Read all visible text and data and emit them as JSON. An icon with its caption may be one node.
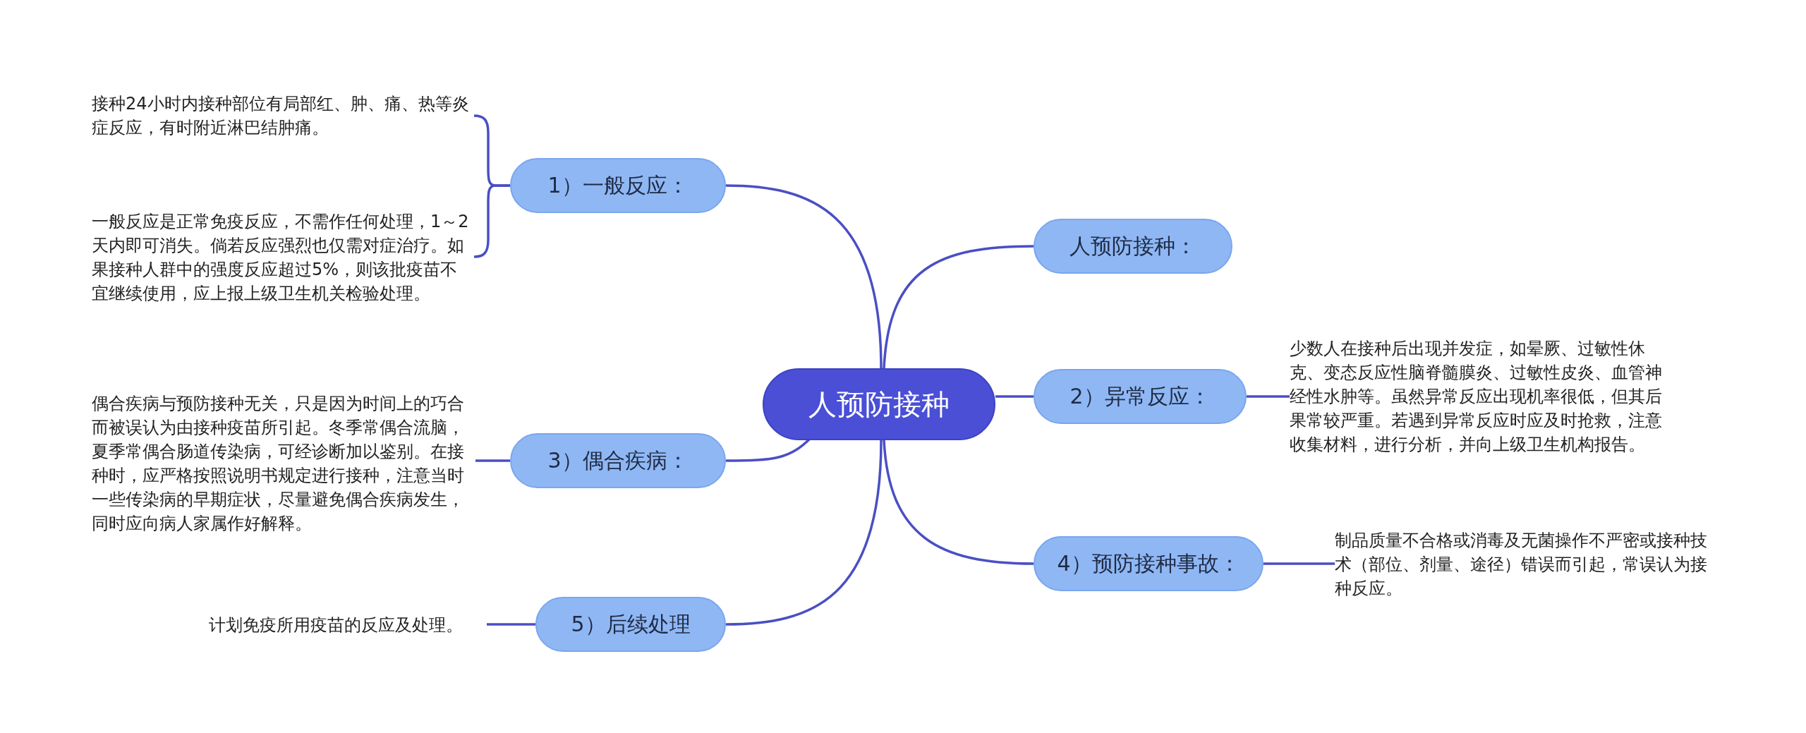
{
  "diagram": {
    "nodes": [
      {
        "text": [
          "人预防接种"
        ]
      },
      {
        "text": [
          "1）一般反应："
        ]
      },
      {
        "text": [
          "接种24小时内接种部位有局部红、肿、痛、热等炎症反应，有时附近淋巴结肿痛。"
        ]
      },
      {
        "text": [
          "一般反应是正常免疫反应，不需作任何处理，1～2天内即可消失。倘若反应强烈也仅需对症治疗。如果接种人群中的强度反应超过5%，则该批疫苗不宜继续使用，应上报上级卫生机关检验处理。"
        ]
      },
      {
        "text": [
          "人预防接种："
        ]
      },
      {
        "text": [
          "2）异常反应："
        ]
      },
      {
        "text": [
          "少数人在接种后出现并发症，如晕厥、过敏性休克、变态反应性脑脊髓膜炎、过敏性皮炎、血管神经性水肿等。虽然异常反应出现机率很低，但其后果常较严重。若遇到异常反应时应及时抢救，注意收集材料，进行分析，并向上级卫生机构报告。"
        ]
      },
      {
        "text": [
          "3）偶合疾病："
        ]
      },
      {
        "text": [
          "偶合疾病与预防接种无关，只是因为时间上的巧合而被误认为由接种疫苗所引起。冬季常偶合流脑，夏季常偶合肠道传染病，可经诊断加以鉴别。在接种时，应严格按照说明书规定进行接种，注意当时一些传染病的早期症状，尽量避免偶合疾病发生，同时应向病人家属作好解释。"
        ]
      },
      {
        "text": [
          "4）预防接种事故："
        ]
      },
      {
        "text": [
          "制品质量不合格或消毒及无菌操作不严密或接种技术（部位、剂量、途径）错误而引起，常误认为接种反应。"
        ]
      },
      {
        "text": [
          "5）后续处理"
        ]
      },
      {
        "text": [
          "计划免疫所用疫苗的反应及处理。"
        ]
      }
    ],
    "edges": [
      {
        "from": 0,
        "to": 1,
        "arrow": "none"
      },
      {
        "from": 1,
        "to": 2,
        "arrow": "none"
      },
      {
        "from": 1,
        "to": 3,
        "arrow": "none"
      },
      {
        "from": 0,
        "to": 4,
        "arrow": "none"
      },
      {
        "from": 0,
        "to": 5,
        "arrow": "none"
      },
      {
        "from": 5,
        "to": 6,
        "arrow": "none"
      },
      {
        "from": 0,
        "to": 7,
        "arrow": "none"
      },
      {
        "from": 7,
        "to": 8,
        "arrow": "none"
      },
      {
        "from": 0,
        "to": 9,
        "arrow": "none"
      },
      {
        "from": 9,
        "to": 10,
        "arrow": "none"
      },
      {
        "from": 0,
        "to": 11,
        "arrow": "none"
      },
      {
        "from": 11,
        "to": 12,
        "arrow": "none"
      }
    ]
  }
}
